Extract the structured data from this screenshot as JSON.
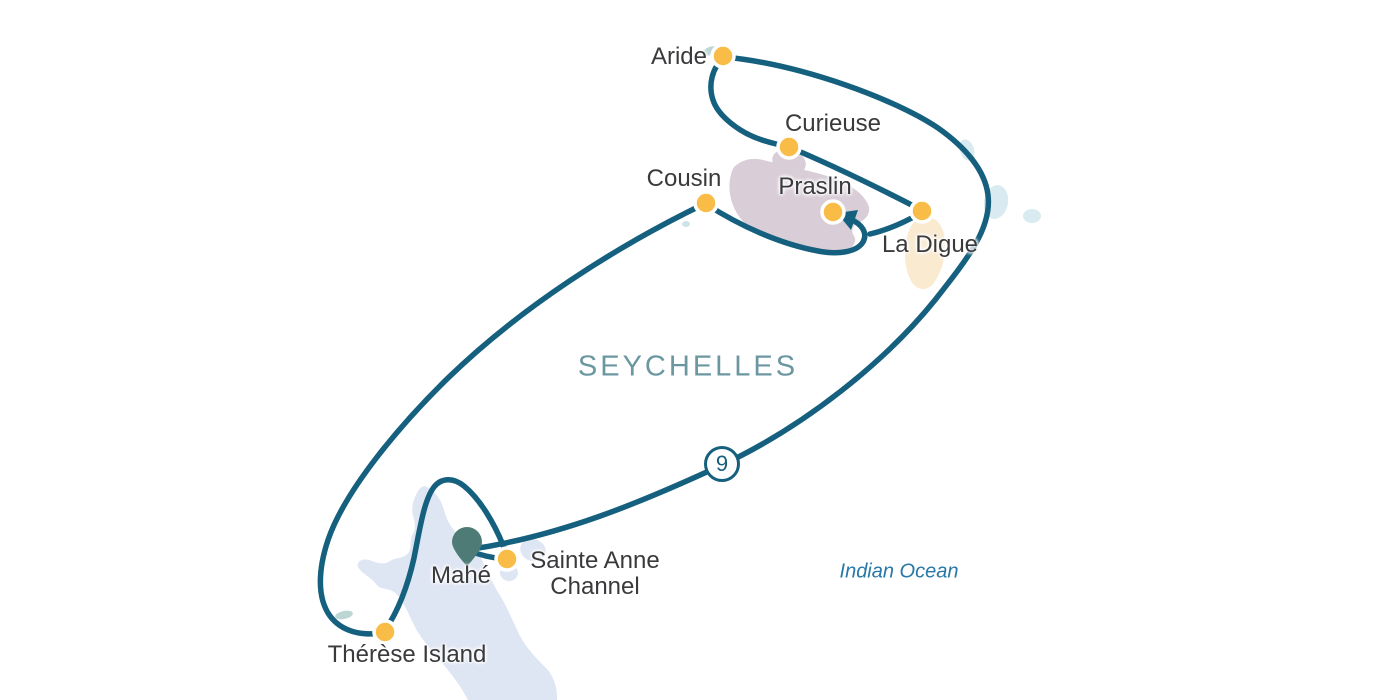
{
  "map": {
    "region_label": "SEYCHELLES",
    "ocean_label": "Indian Ocean",
    "route_badge": {
      "value": "9"
    },
    "start_port": "Mahé",
    "stops": [
      {
        "id": "mahe",
        "label": "Mahé",
        "marker": "start-pin"
      },
      {
        "id": "sainte-anne-channel",
        "label": "Sainte Anne Channel",
        "label_line1": "Sainte Anne",
        "label_line2": "Channel",
        "marker": "dot"
      },
      {
        "id": "therese-island",
        "label": "Thérèse Island",
        "marker": "dot"
      },
      {
        "id": "cousin",
        "label": "Cousin",
        "marker": "dot"
      },
      {
        "id": "aride",
        "label": "Aride",
        "marker": "dot"
      },
      {
        "id": "curieuse",
        "label": "Curieuse",
        "marker": "dot"
      },
      {
        "id": "praslin",
        "label": "Praslin",
        "marker": "dot-with-arrow-end"
      },
      {
        "id": "la-digue",
        "label": "La Digue",
        "marker": "dot"
      }
    ],
    "colors": {
      "route": "#15607e",
      "stop_marker": "#f8bc47",
      "start_pin": "#4f7b77",
      "label_text": "#3a3a3d",
      "region_text": "#6c97a1",
      "ocean_text": "#2878a8",
      "island_mahe": "#dee5f3",
      "island_praslin": "#d9ced8",
      "island_la_digue": "#f9ead0",
      "islet_light_blue": "#d9eaf1",
      "islet_teal": "#bcd7d3"
    }
  }
}
